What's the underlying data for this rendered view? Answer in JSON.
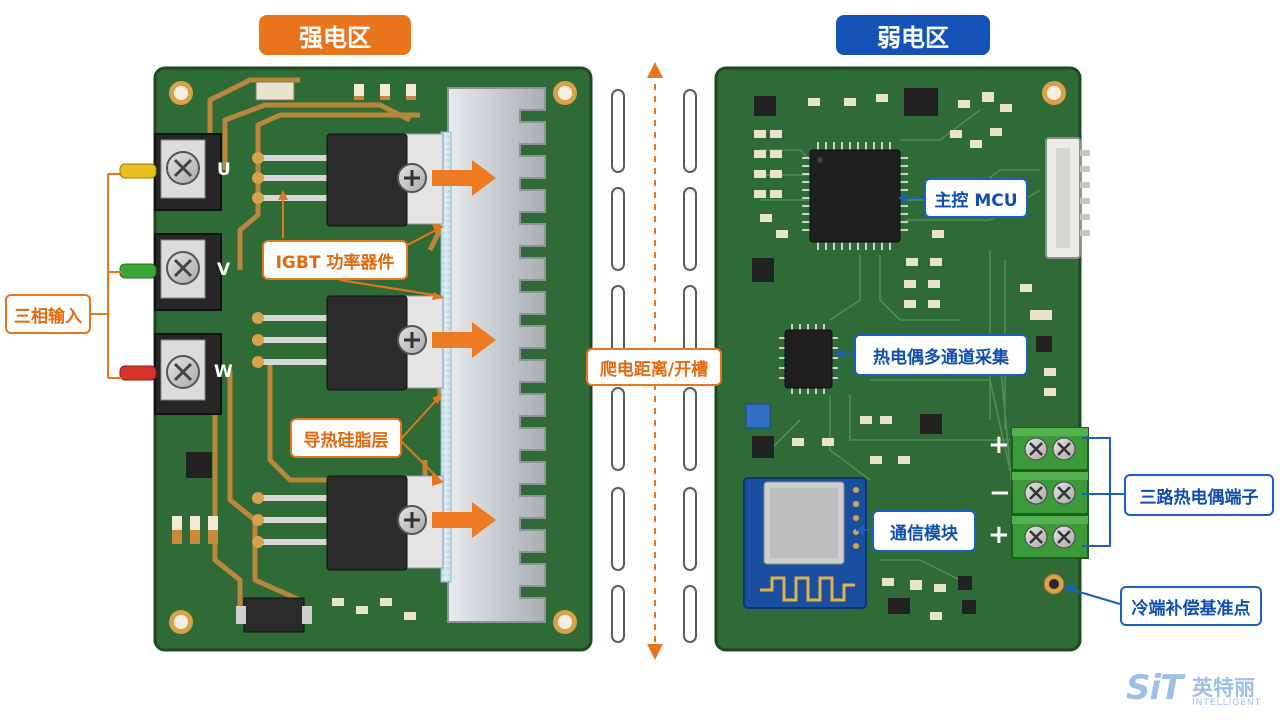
{
  "zones": {
    "high_voltage": "强电区",
    "low_voltage": "弱电区"
  },
  "labels": {
    "three_phase_input": "三相输入",
    "igbt": "IGBT 功率器件",
    "thermal_grease": "导热硅脂层",
    "creepage": "爬电距离/开槽",
    "mcu": "主控 MCU",
    "thermocouple_adc": "热电偶多通道采集",
    "comm_module": "通信模块",
    "thermocouple_terminals": "三路热电偶端子",
    "cold_junction": "冷端补偿基准点"
  },
  "phases": [
    "U",
    "V",
    "W"
  ],
  "terminal_signs": [
    "+",
    "−",
    "+"
  ],
  "logo": {
    "mark": "SiT",
    "name": "英特丽",
    "sub": "INTELLIGENT"
  },
  "colors": {
    "pcb": "#2f6b36",
    "pcb_edge": "#1d4a23",
    "copper": "#c98a3c",
    "accent_orange": "#e8741c",
    "accent_blue": "#1b5fc4",
    "heatsink": "#cdd1d5",
    "terminal_green": "#3d9a3a"
  }
}
